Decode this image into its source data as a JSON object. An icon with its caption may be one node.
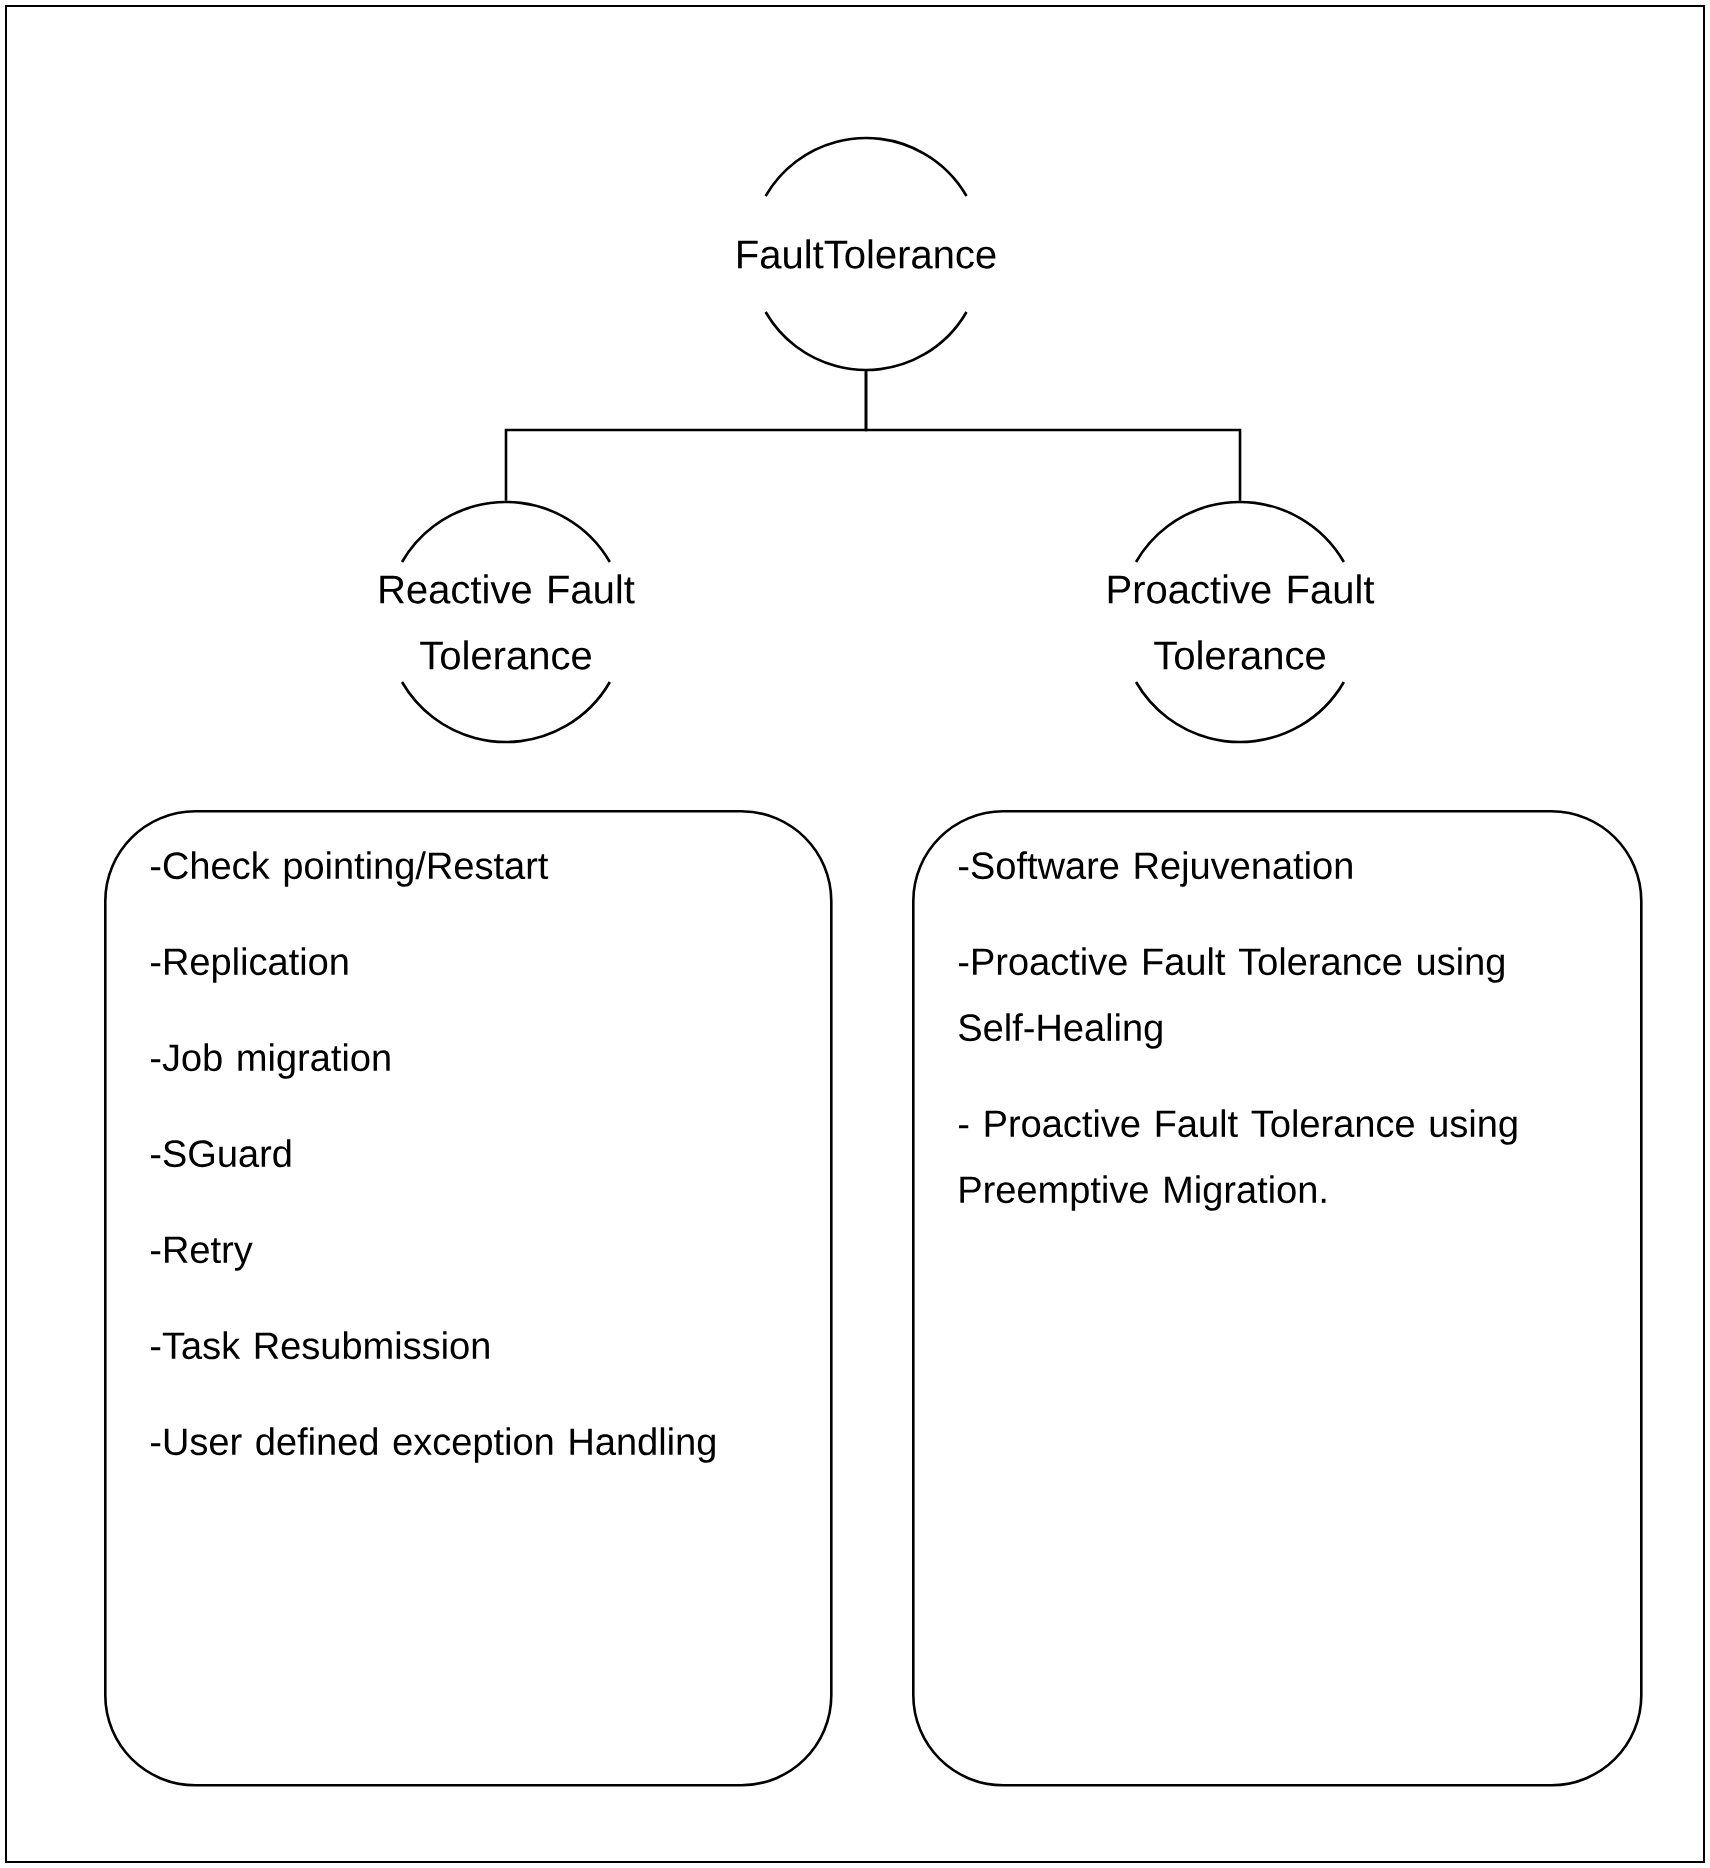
{
  "diagram": {
    "nodes": [
      {
        "text": [
          "FaultTolerance"
        ]
      },
      {
        "text": [
          "Reactive Fault Tolerance"
        ]
      },
      {
        "text": [
          "Proactive Fault Tolerance"
        ]
      },
      {
        "text": [
          "-Check pointing/Restart",
          "-Replication",
          "-Job migration",
          "-SGuard",
          "-Retry",
          "-Task Resubmission",
          "-User defined exception Handling"
        ]
      },
      {
        "text": [
          "-Software Rejuvenation",
          "-Proactive Fault Tolerance using Self-Healing",
          "- Proactive Fault Tolerance using Preemptive Migration."
        ]
      }
    ],
    "edges": [
      {
        "from": 0,
        "to": 1,
        "arrow": "none"
      },
      {
        "from": 0,
        "to": 2,
        "arrow": "none"
      }
    ]
  }
}
